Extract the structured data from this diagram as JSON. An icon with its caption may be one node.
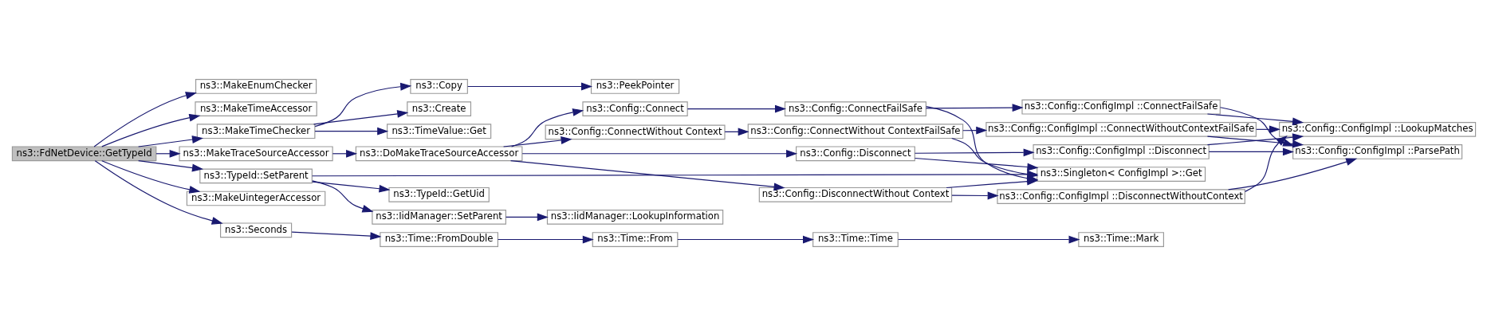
{
  "diagram": {
    "nodes": [
      {
        "text": [
          "ns3::FdNetDevice::GetTypeId"
        ]
      },
      {
        "text": [
          "ns3::MakeEnumChecker"
        ]
      },
      {
        "text": [
          "ns3::MakeTimeAccessor"
        ]
      },
      {
        "text": [
          "ns3::MakeTimeChecker"
        ]
      },
      {
        "text": [
          "ns3::MakeTraceSourceAccessor"
        ]
      },
      {
        "text": [
          "ns3::TypeId::SetParent"
        ]
      },
      {
        "text": [
          "ns3::MakeUintegerAccessor"
        ]
      },
      {
        "text": [
          "ns3::Seconds"
        ]
      },
      {
        "text": [
          "ns3::Copy"
        ]
      },
      {
        "text": [
          "ns3::Create"
        ]
      },
      {
        "text": [
          "ns3::TimeValue::Get"
        ]
      },
      {
        "text": [
          "ns3::DoMakeTraceSourceAccessor"
        ]
      },
      {
        "text": [
          "ns3::TypeId::GetUid"
        ]
      },
      {
        "text": [
          "ns3::IidManager::SetParent"
        ]
      },
      {
        "text": [
          "ns3::Time::FromDouble"
        ]
      },
      {
        "text": [
          "ns3::PeekPointer"
        ]
      },
      {
        "text": [
          "ns3::Config::Disconnect"
        ]
      },
      {
        "text": [
          "ns3::Config::DisconnectWithout Context"
        ]
      },
      {
        "text": [
          "ns3::Config::Connect"
        ]
      },
      {
        "text": [
          "ns3::Config::ConnectWithout Context"
        ]
      },
      {
        "text": [
          "ns3::IidManager::LookupInformation"
        ]
      },
      {
        "text": [
          "ns3::Time::From"
        ]
      },
      {
        "text": [
          "ns3::Config::ConfigImpl ::Disconnect"
        ]
      },
      {
        "text": [
          "ns3::Config::ConfigImpl ::DisconnectWithoutContext"
        ]
      },
      {
        "text": [
          "ns3::Config::ConnectFailSafe"
        ]
      },
      {
        "text": [
          "ns3::Config::ConnectWithout ContextFailSafe"
        ]
      },
      {
        "text": [
          "ns3::Time::Time"
        ]
      },
      {
        "text": [
          "ns3::Config::ConfigImpl ::ConnectFailSafe"
        ]
      },
      {
        "text": [
          "ns3::Singleton< ConfigImpl >::Get"
        ]
      },
      {
        "text": [
          "ns3::Config::ConfigImpl ::ConnectWithoutContextFailSafe"
        ]
      },
      {
        "text": [
          "ns3::Time::Mark"
        ]
      },
      {
        "text": [
          "ns3::Config::ConfigImpl ::LookupMatches"
        ]
      },
      {
        "text": [
          "ns3::Config::ConfigImpl ::ParsePath"
        ]
      }
    ],
    "edges": [
      {
        "from": 0,
        "to": 1,
        "arrow": "to"
      },
      {
        "from": 0,
        "to": 2,
        "arrow": "to"
      },
      {
        "from": 0,
        "to": 3,
        "arrow": "to"
      },
      {
        "from": 0,
        "to": 4,
        "arrow": "to"
      },
      {
        "from": 0,
        "to": 5,
        "arrow": "to"
      },
      {
        "from": 0,
        "to": 6,
        "arrow": "to"
      },
      {
        "from": 0,
        "to": 7,
        "arrow": "to"
      },
      {
        "from": 3,
        "to": 8,
        "arrow": "to"
      },
      {
        "from": 3,
        "to": 9,
        "arrow": "to"
      },
      {
        "from": 3,
        "to": 10,
        "arrow": "to"
      },
      {
        "from": 8,
        "to": 15,
        "arrow": "to"
      },
      {
        "from": 4,
        "to": 11,
        "arrow": "to"
      },
      {
        "from": 11,
        "to": 16,
        "arrow": "to"
      },
      {
        "from": 11,
        "to": 17,
        "arrow": "to"
      },
      {
        "from": 11,
        "to": 18,
        "arrow": "to"
      },
      {
        "from": 11,
        "to": 19,
        "arrow": "to"
      },
      {
        "from": 5,
        "to": 28,
        "arrow": "to"
      },
      {
        "from": 5,
        "to": 12,
        "arrow": "to"
      },
      {
        "from": 5,
        "to": 13,
        "arrow": "to"
      },
      {
        "from": 13,
        "to": 20,
        "arrow": "to"
      },
      {
        "from": 7,
        "to": 14,
        "arrow": "to"
      },
      {
        "from": 14,
        "to": 21,
        "arrow": "to"
      },
      {
        "from": 21,
        "to": 26,
        "arrow": "to"
      },
      {
        "from": 26,
        "to": 30,
        "arrow": "to"
      },
      {
        "from": 16,
        "to": 22,
        "arrow": "to"
      },
      {
        "from": 16,
        "to": 28,
        "arrow": "to"
      },
      {
        "from": 17,
        "to": 23,
        "arrow": "to"
      },
      {
        "from": 17,
        "to": 28,
        "arrow": "to"
      },
      {
        "from": 18,
        "to": 24,
        "arrow": "to"
      },
      {
        "from": 24,
        "to": 27,
        "arrow": "to"
      },
      {
        "from": 24,
        "to": 28,
        "arrow": "to"
      },
      {
        "from": 19,
        "to": 25,
        "arrow": "to"
      },
      {
        "from": 25,
        "to": 28,
        "arrow": "to"
      },
      {
        "from": 25,
        "to": 29,
        "arrow": "to"
      },
      {
        "from": 22,
        "to": 31,
        "arrow": "to"
      },
      {
        "from": 22,
        "to": 32,
        "arrow": "to"
      },
      {
        "from": 23,
        "to": 31,
        "arrow": "to"
      },
      {
        "from": 23,
        "to": 32,
        "arrow": "to"
      },
      {
        "from": 27,
        "to": 31,
        "arrow": "to"
      },
      {
        "from": 27,
        "to": 32,
        "arrow": "to"
      },
      {
        "from": 29,
        "to": 31,
        "arrow": "to"
      },
      {
        "from": 29,
        "to": 32,
        "arrow": "to"
      }
    ]
  }
}
